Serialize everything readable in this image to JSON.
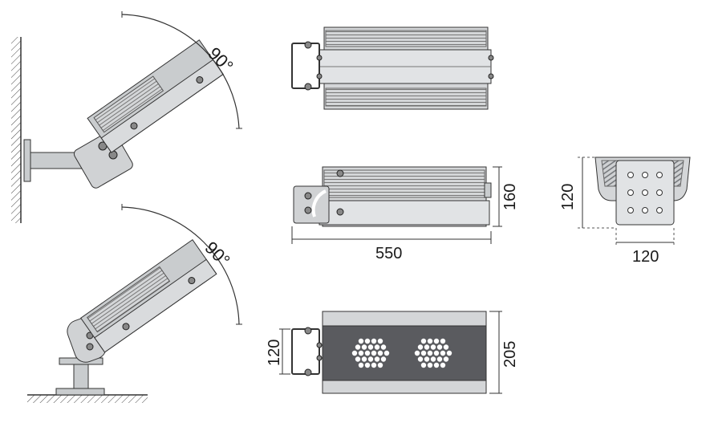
{
  "dimensions": {
    "height_side": "160",
    "length": "550",
    "width_end": "120",
    "height_end": "120",
    "mount_height": "120",
    "depth_front": "205"
  },
  "angles": {
    "wall_mount": "90°",
    "floor_mount": "90°"
  },
  "colors": {
    "line": "#3a3a3a",
    "body": "#c9ccce",
    "fin_dark": "#6b6e72",
    "face": "#5a5b5f",
    "led": "#ffffff"
  }
}
